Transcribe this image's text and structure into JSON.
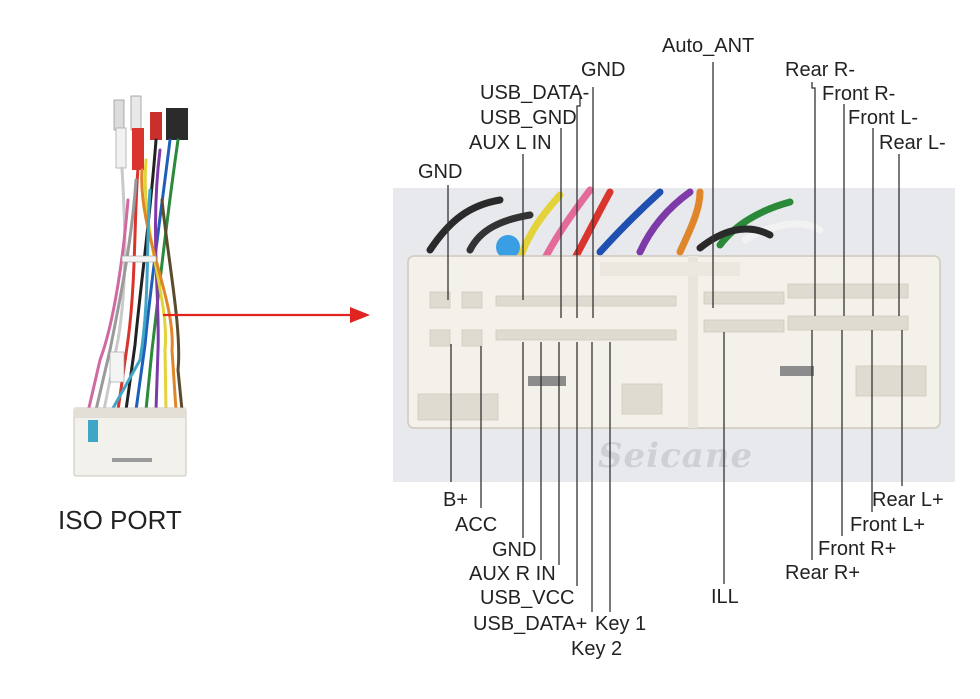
{
  "iso_port": {
    "label": "ISO PORT"
  },
  "watermark": {
    "text": "Seicane"
  },
  "colors": {
    "arrow": "#e0241f",
    "connector": "#f4f1ea",
    "photo_bg": "#e7e9ec",
    "leader": "#333333"
  },
  "labels_top": [
    "GND",
    "USB_DATA-",
    "USB_GND",
    "AUX L IN",
    "GND",
    "Auto_ANT",
    "Rear R-",
    "Front R-",
    "Front L-",
    "Rear L-"
  ],
  "labels_bottom": [
    "B+",
    "ACC",
    "GND",
    "AUX R IN",
    "USB_VCC",
    "USB_DATA+",
    "Key 1",
    "Key 2",
    "ILL",
    "Rear R+",
    "Front R+",
    "Front L+",
    "Rear L+"
  ]
}
